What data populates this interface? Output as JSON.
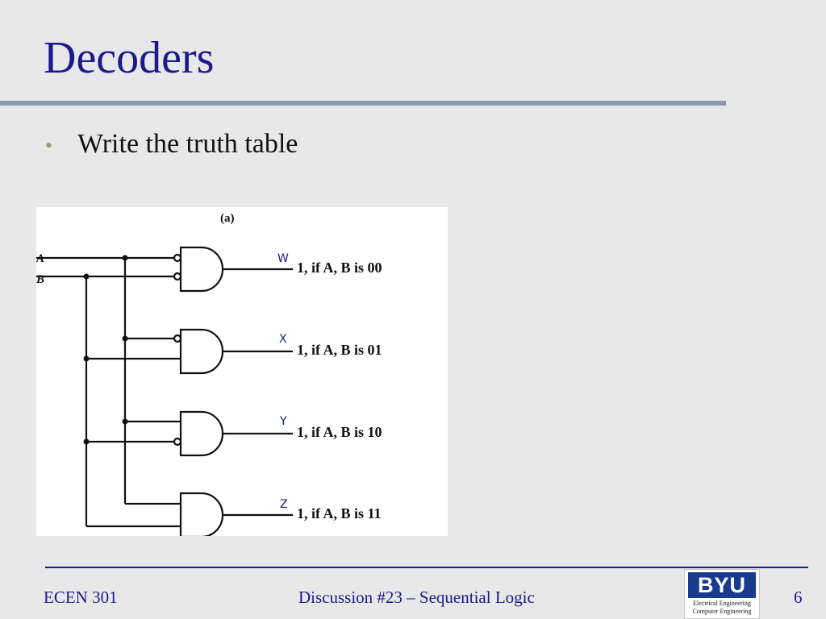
{
  "slide": {
    "title": "Decoders",
    "bullets": [
      "Write the truth table"
    ]
  },
  "diagram": {
    "label": "(a)",
    "inputs": [
      "A",
      "B"
    ],
    "outputs": [
      {
        "letter": "W",
        "text": "1, if A, B is 00"
      },
      {
        "letter": "X",
        "text": "1, if A, B is 01"
      },
      {
        "letter": "Y",
        "text": "1, if A, B is 10"
      },
      {
        "letter": "Z",
        "text": "1, if A, B is 11"
      }
    ]
  },
  "footer": {
    "course": "ECEN 301",
    "topic": "Discussion #23 – Sequential Logic",
    "page": "6"
  },
  "logo": {
    "mark": "BYU",
    "line1": "Electrical Engineering",
    "line2": "Computer Engineering"
  },
  "colors": {
    "title": "#1a1a8c",
    "rule": "#8c97b0",
    "background": "#e8e8e8",
    "bullet": "#9a9a6a"
  }
}
